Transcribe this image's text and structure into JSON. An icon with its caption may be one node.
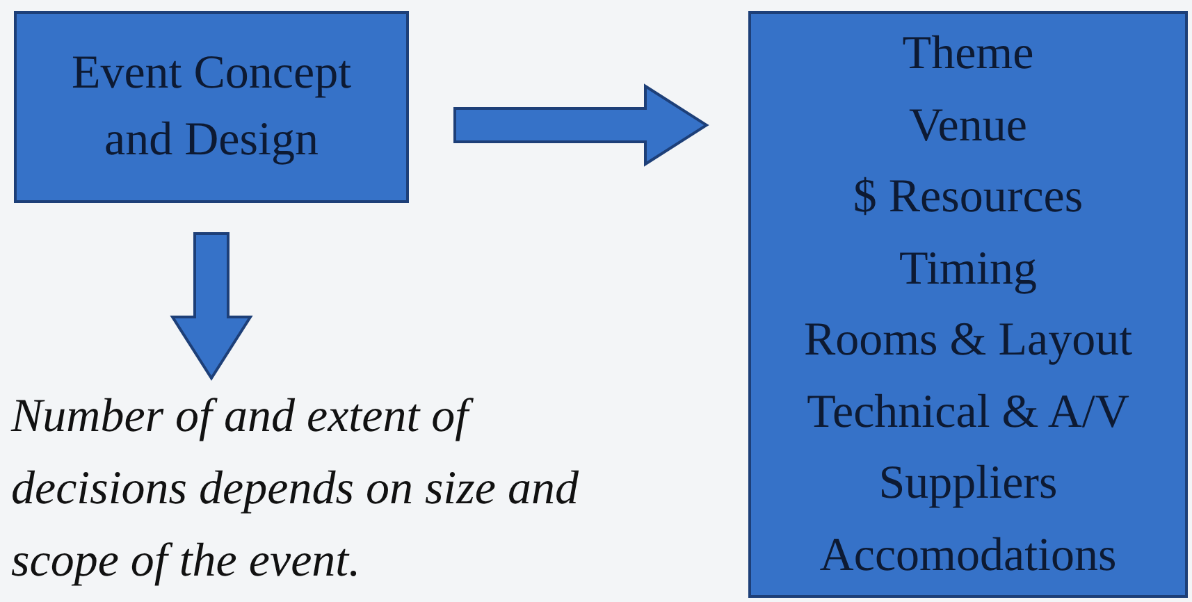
{
  "diagram": {
    "nodes": [
      {
        "text": [
          "Event Concept and Design"
        ]
      },
      {
        "text": [
          "Theme",
          "Venue",
          "$ Resources",
          "Timing",
          "Rooms & Layout",
          "Technical & A/V",
          "Suppliers",
          "Accomodations"
        ]
      },
      {
        "text": [
          "Number of and extent of decisions depends on size and scope of the event."
        ]
      }
    ],
    "edges": [
      {
        "from": 0,
        "to": 1,
        "arrow": "to"
      },
      {
        "from": 0,
        "to": 2,
        "arrow": "to"
      }
    ]
  }
}
